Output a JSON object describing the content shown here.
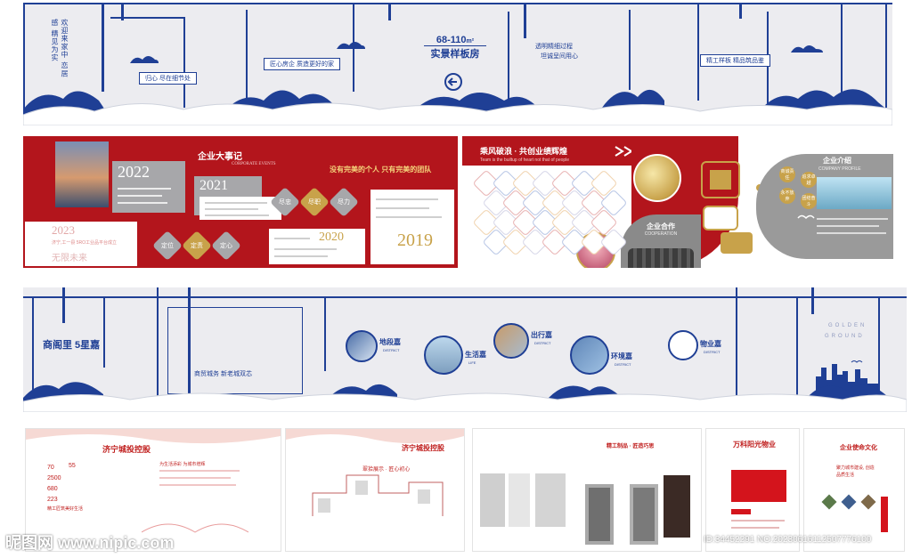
{
  "panel1": {
    "vertical_text": "欢迎来家中 恋居感 精见为实",
    "pill_detail": "归心 尽在细节处",
    "pill_slogan": "匠心房企 质造更好的家",
    "area_top": "68-110",
    "area_unit": "m²",
    "area_label": "实景样板房",
    "process_line1": "透明精细过程",
    "process_line2": "坦诚呈间用心",
    "pill_quality": "精工样板 精品筑品鉴"
  },
  "panel2": {
    "title": "企业大事记",
    "subtitle": "CORPORATE EVENTS",
    "slogan": "没有完美的个人  只有完美的团队",
    "year_2022": "2022",
    "year_2021": "2021",
    "year_2023": "2023",
    "year_2020": "2020",
    "year_2019": "2019",
    "note_2023": "济宁,工一县 5RO工业品平台成立",
    "motto": "无限未来",
    "diamonds": [
      "定位",
      "定责",
      "定心",
      "尽忠",
      "尽职",
      "尽力"
    ],
    "right_title": "乘风破浪 · 共创业绩辉煌",
    "right_subtitle": "Team is the builtup of heart not that of people",
    "coop_title": "企业合作",
    "coop_subtitle": "COOPERATION",
    "profile_title": "企业介绍",
    "profile_subtitle": "COMPANY PROFILE",
    "profile_circles": [
      "商诚责任",
      "追求卓越",
      "永不放弃",
      "团结奋斗"
    ]
  },
  "panel3": {
    "brand": "商阁里 5星嘉",
    "caption": "商贸城务 新老城双芯",
    "items": [
      {
        "label": "地段嘉",
        "sub": "DISTRICT"
      },
      {
        "label": "生活嘉",
        "sub": "LIFE"
      },
      {
        "label": "出行嘉",
        "sub": "DISTRICT"
      },
      {
        "label": "环境嘉",
        "sub": "DISTRICT"
      },
      {
        "label": "物业嘉",
        "sub": "DISTRICT"
      }
    ],
    "golden": "GOLDEN",
    "ground": "GROUND"
  },
  "thumbs": {
    "t1_title": "济宁城投控股",
    "t1_stats": [
      "70",
      "55",
      "2500",
      "680",
      "223"
    ],
    "t1_line": "为生活添彩 为城市增辉",
    "t1_footer": "精工匠筑美好生活",
    "t2_title": "济宁城投控股",
    "t2_line": "翠拾展示 · 匠心初心",
    "t3_title": "精工制品 · 匠造巧思",
    "t4_title": "万科阳光物业",
    "t5_title": "企业使命文化",
    "t5_line": "聚力城市建设, 创造品质生活"
  },
  "watermark": {
    "site": "昵图网 www.nipic.com",
    "id": "ID:34452291 NO:20230616112507776100"
  },
  "colors": {
    "navy": "#1f3f95",
    "red": "#b3151c",
    "gold": "#c8a24a",
    "grey": "#8e8e8e"
  }
}
